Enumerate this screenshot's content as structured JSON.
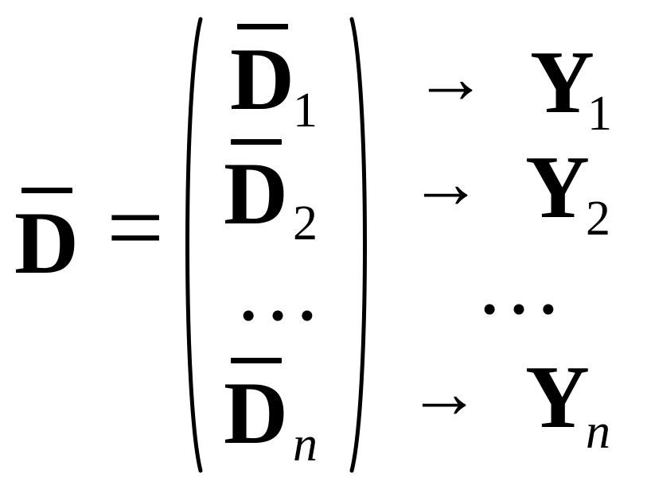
{
  "equation": {
    "lhs_symbol": "D",
    "equals": "=",
    "rows": [
      {
        "left": "D",
        "left_sub": "1",
        "arrow": "→",
        "right": "Y",
        "right_sub": "1"
      },
      {
        "left": "D",
        "left_sub": "2",
        "arrow": "→",
        "right": "Y",
        "right_sub": "2"
      },
      {
        "left_ellipsis": "…",
        "right_ellipsis": "…"
      },
      {
        "left": "D",
        "left_sub": "n",
        "arrow": "→",
        "right": "Y",
        "right_sub": "n"
      }
    ]
  }
}
